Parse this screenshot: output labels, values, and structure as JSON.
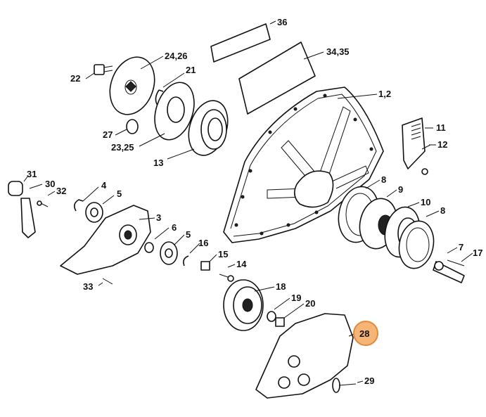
{
  "labels": {
    "l36": "36",
    "l3435": "34,35",
    "l2426": "24,26",
    "l22": "22",
    "l21": "21",
    "l12": "1,2",
    "l27": "27",
    "l2325": "23,25",
    "l13": "13",
    "l11": "11",
    "l12b": "12",
    "l31": "31",
    "l30": "30",
    "l32": "32",
    "l4": "4",
    "l5a": "5",
    "l3": "3",
    "l6": "6",
    "l5b": "5",
    "l16": "16",
    "l15": "15",
    "l14": "14",
    "l8a": "8",
    "l9": "9",
    "l10": "10",
    "l8b": "8",
    "l7": "7",
    "l17": "17",
    "l33": "33",
    "l18": "18",
    "l19": "19",
    "l20": "20",
    "l28": "28",
    "l29": "29"
  },
  "highlight_color": "#f7b477"
}
